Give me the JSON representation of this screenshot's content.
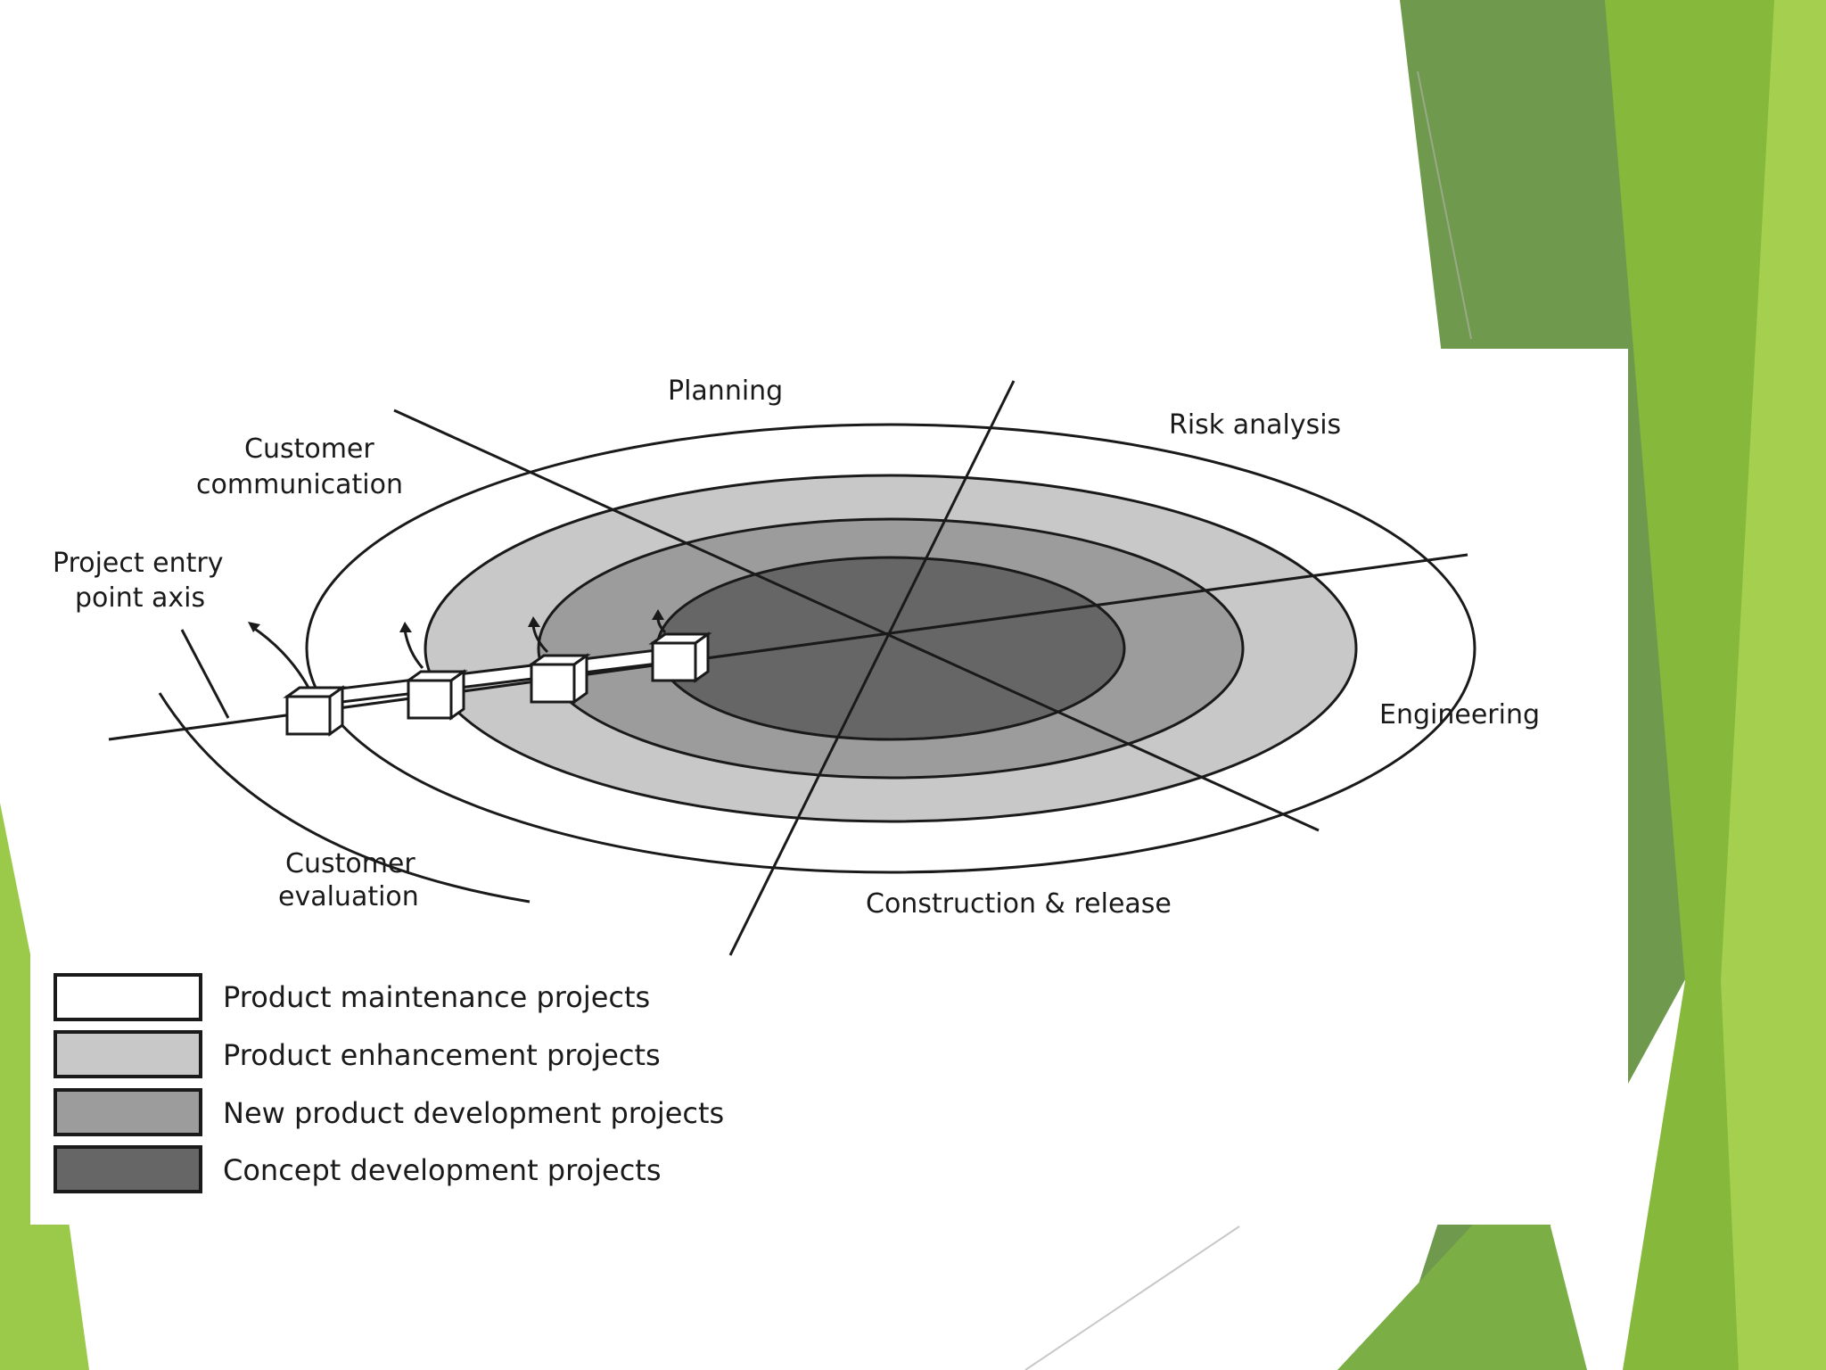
{
  "colors": {
    "slide_green_dark": "#6f9a4e",
    "slide_green_mid": "#7fb539",
    "slide_green_light": "#a5cf4f",
    "ring_maintenance": "#ffffff",
    "ring_enhancement": "#c8c8c8",
    "ring_new_product": "#9c9c9c",
    "ring_concept": "#666666",
    "stroke": "#1a1a1a"
  },
  "diagram": {
    "quadrants": {
      "planning": "Planning",
      "risk_analysis": "Risk analysis",
      "customer_communication": [
        "Customer",
        "communication"
      ],
      "engineering": "Engineering",
      "customer_evaluation": [
        "Customer",
        "evaluation"
      ],
      "construction_release": "Construction & release"
    },
    "entry_axis": [
      "Project entry",
      "point axis"
    ]
  },
  "legend": [
    {
      "label": "Product maintenance projects",
      "color": "#ffffff"
    },
    {
      "label": "Product enhancement projects",
      "color": "#c8c8c8"
    },
    {
      "label": "New product development projects",
      "color": "#9c9c9c"
    },
    {
      "label": "Concept development projects",
      "color": "#666666"
    }
  ]
}
